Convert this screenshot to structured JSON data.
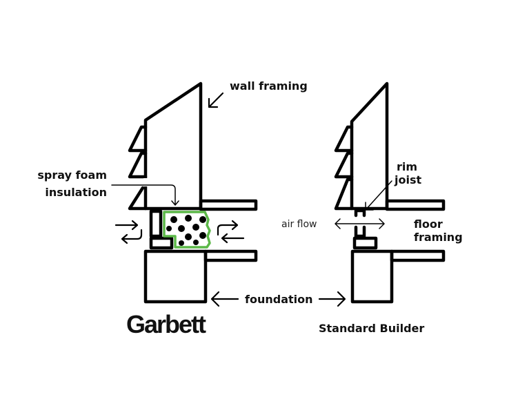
{
  "labels": {
    "wall_framing": "wall framing",
    "spray_foam_line1": "spray foam",
    "spray_foam_line2": "insulation",
    "air_flow": "air flow",
    "rim_line1": "rim",
    "rim_line2": "joist",
    "floor_line1": "floor",
    "floor_line2": "framing",
    "foundation": "foundation"
  },
  "captions": {
    "left": "Garbett",
    "right": "Standard Builder"
  },
  "colors": {
    "insulation_outline": "#5cb848",
    "ink": "#000000"
  }
}
